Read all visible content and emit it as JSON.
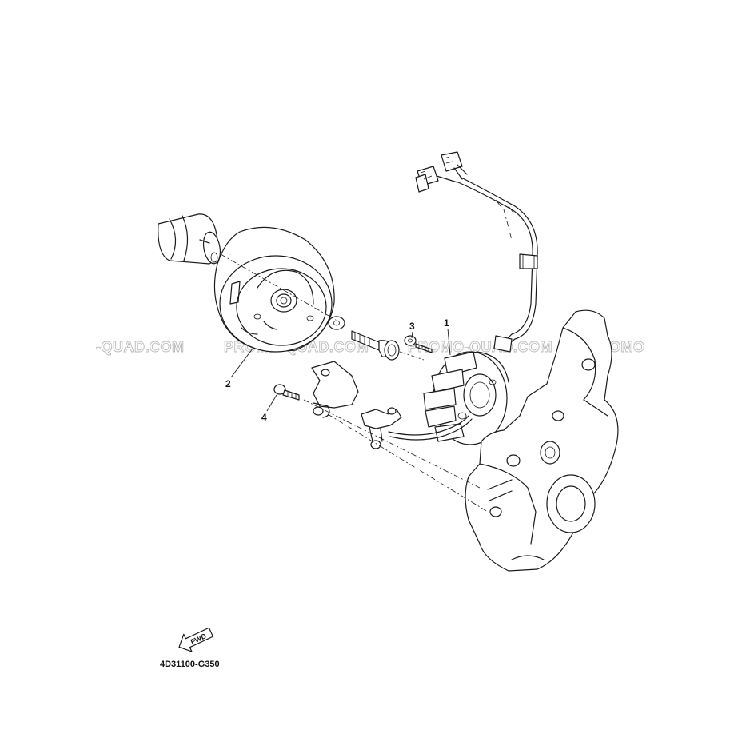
{
  "watermark": {
    "texts": [
      "-QUAD.COM",
      "PROMO-QUAD.COM",
      "PROMO-QUAD.COM",
      "PROMO"
    ]
  },
  "callouts": [
    {
      "number": "1",
      "part": "stator"
    },
    {
      "number": "2",
      "part": "flywheel-rotor"
    },
    {
      "number": "3",
      "part": "washer-bolt"
    },
    {
      "number": "4",
      "part": "screw"
    }
  ],
  "direction_indicator": {
    "label": "FWD"
  },
  "diagram_code": "4D31100-G350"
}
